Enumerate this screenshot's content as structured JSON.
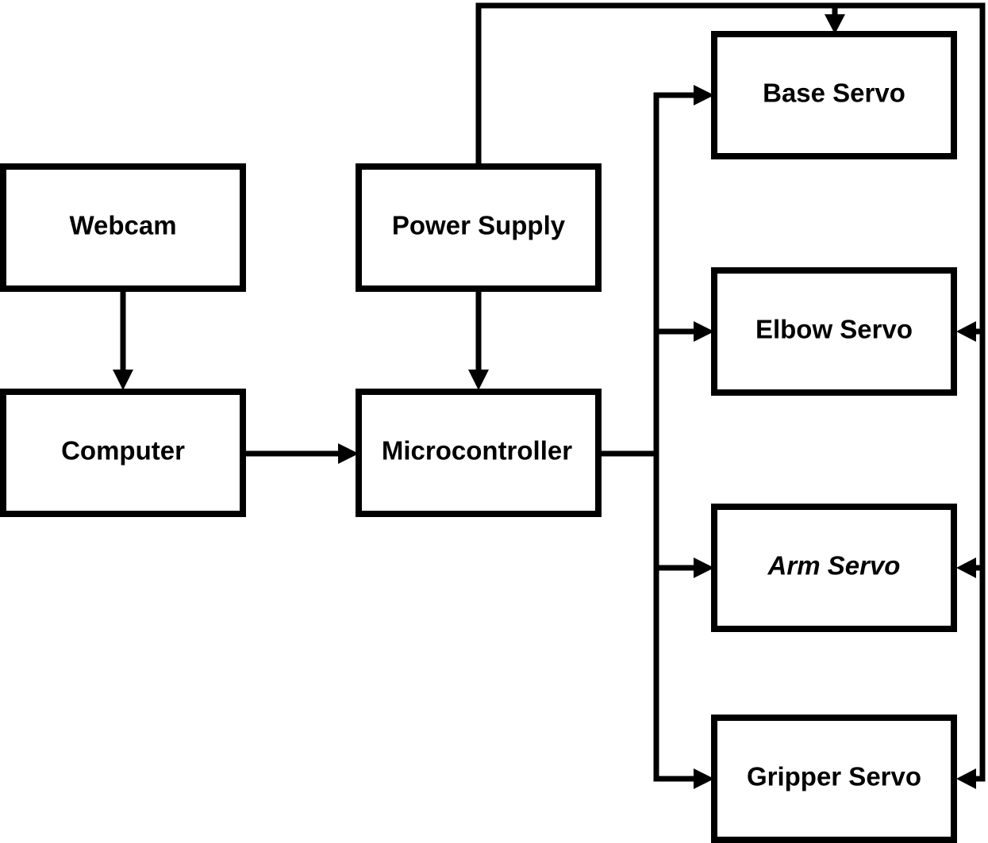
{
  "diagram": {
    "nodes": {
      "webcam": "Webcam",
      "computer": "Computer",
      "power_supply": "Power Supply",
      "microcontroller": "Microcontroller",
      "base_servo": "Base Servo",
      "elbow_servo": "Elbow Servo",
      "arm_servo": "Arm Servo",
      "gripper_servo": "Gripper Servo"
    },
    "edges": [
      {
        "from": "Webcam",
        "to": "Computer"
      },
      {
        "from": "Computer",
        "to": "Microcontroller"
      },
      {
        "from": "Power Supply",
        "to": "Microcontroller"
      },
      {
        "from": "Power Supply",
        "to": "Base Servo"
      },
      {
        "from": "Power Supply",
        "to": "Elbow Servo"
      },
      {
        "from": "Power Supply",
        "to": "Arm Servo"
      },
      {
        "from": "Power Supply",
        "to": "Gripper Servo"
      },
      {
        "from": "Microcontroller",
        "to": "Base Servo"
      },
      {
        "from": "Microcontroller",
        "to": "Elbow Servo"
      },
      {
        "from": "Microcontroller",
        "to": "Arm Servo"
      },
      {
        "from": "Microcontroller",
        "to": "Gripper Servo"
      }
    ]
  }
}
